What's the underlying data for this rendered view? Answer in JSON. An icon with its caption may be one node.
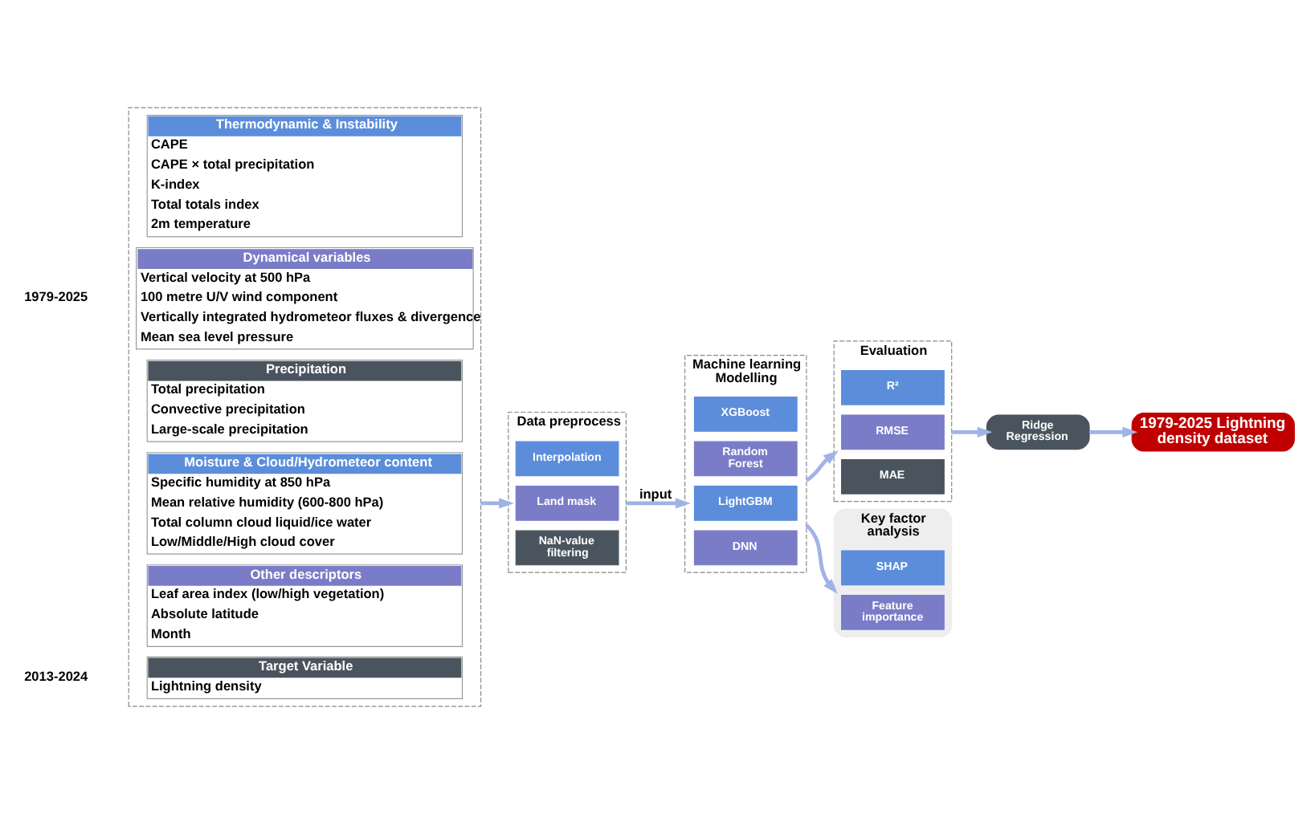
{
  "diagram": {
    "nodes": [
      {
        "text": [],
        "shape": "box"
      },
      {
        "text": [
          "Thermodynamic & Instability",
          "CAPE",
          "CAPE × total precipitation",
          "K-index",
          "Total totals index",
          "2m temperature"
        ],
        "in": 0
      },
      {
        "text": [
          "Dynamical variables",
          "Vertical velocity at 500 hPa",
          "100 metre U/V wind component",
          "Vertically integrated hydrometeor fluxes & divergence",
          "Mean sea level pressure"
        ],
        "in": 0
      },
      {
        "text": [
          "Precipitation",
          "Total precipitation",
          "Convective precipitation",
          "Large-scale precipitation"
        ],
        "in": 0
      },
      {
        "text": [
          "Moisture & Cloud/Hydrometeor content",
          "Specific humidity at 850 hPa",
          "Mean relative humidity (600-800 hPa)",
          "Total column cloud liquid/ice water",
          "Low/Middle/High cloud cover"
        ],
        "in": 0
      },
      {
        "text": [
          "Other descriptors",
          "Leaf area index (low/high vegetation)",
          "Absolute latitude",
          "Month"
        ],
        "in": 0
      },
      {
        "text": [
          "Target Variable",
          "Lightning density"
        ],
        "in": 0
      },
      {
        "text": [
          "Data preprocess"
        ]
      },
      {
        "text": [
          "Interpolation"
        ],
        "in": 7
      },
      {
        "text": [
          "Land mask"
        ],
        "in": 7
      },
      {
        "text": [
          "NaN-value filtering"
        ],
        "in": 7
      },
      {
        "text": [
          "Machine learning Modelling"
        ]
      },
      {
        "text": [
          "XGBoost"
        ],
        "in": 11
      },
      {
        "text": [
          "Random Forest"
        ],
        "in": 11
      },
      {
        "text": [
          "LightGBM"
        ],
        "in": 11
      },
      {
        "text": [
          "DNN"
        ],
        "in": 11
      },
      {
        "text": [
          "1979-2025 Lightning density dataset"
        ]
      },
      {
        "text": [
          "Ridge Regression"
        ]
      },
      {
        "text": [
          "Evaluation"
        ]
      },
      {
        "text": [
          "R²"
        ],
        "in": 18
      },
      {
        "text": [
          "RMSE"
        ],
        "in": 18
      },
      {
        "text": [
          "MAE"
        ],
        "in": 18
      },
      {
        "text": [
          "Key factor analysis"
        ]
      },
      {
        "text": [
          "SHAP"
        ],
        "in": 22
      },
      {
        "text": [
          "Feature importance"
        ],
        "in": 22
      }
    ],
    "edges": [
      {
        "from": 0,
        "to": 7,
        "arrow": "to"
      },
      {
        "from": 7,
        "to": 11,
        "arrow": "to",
        "label": "input"
      },
      {
        "from": 11,
        "to": 18,
        "arrow": "to"
      },
      {
        "from": 11,
        "to": 22,
        "arrow": "to"
      },
      {
        "from": 18,
        "to": 17,
        "arrow": "to"
      },
      {
        "from": 17,
        "to": 16,
        "arrow": "to"
      }
    ],
    "labels": [
      "1979-2025",
      "2013-2024"
    ]
  }
}
